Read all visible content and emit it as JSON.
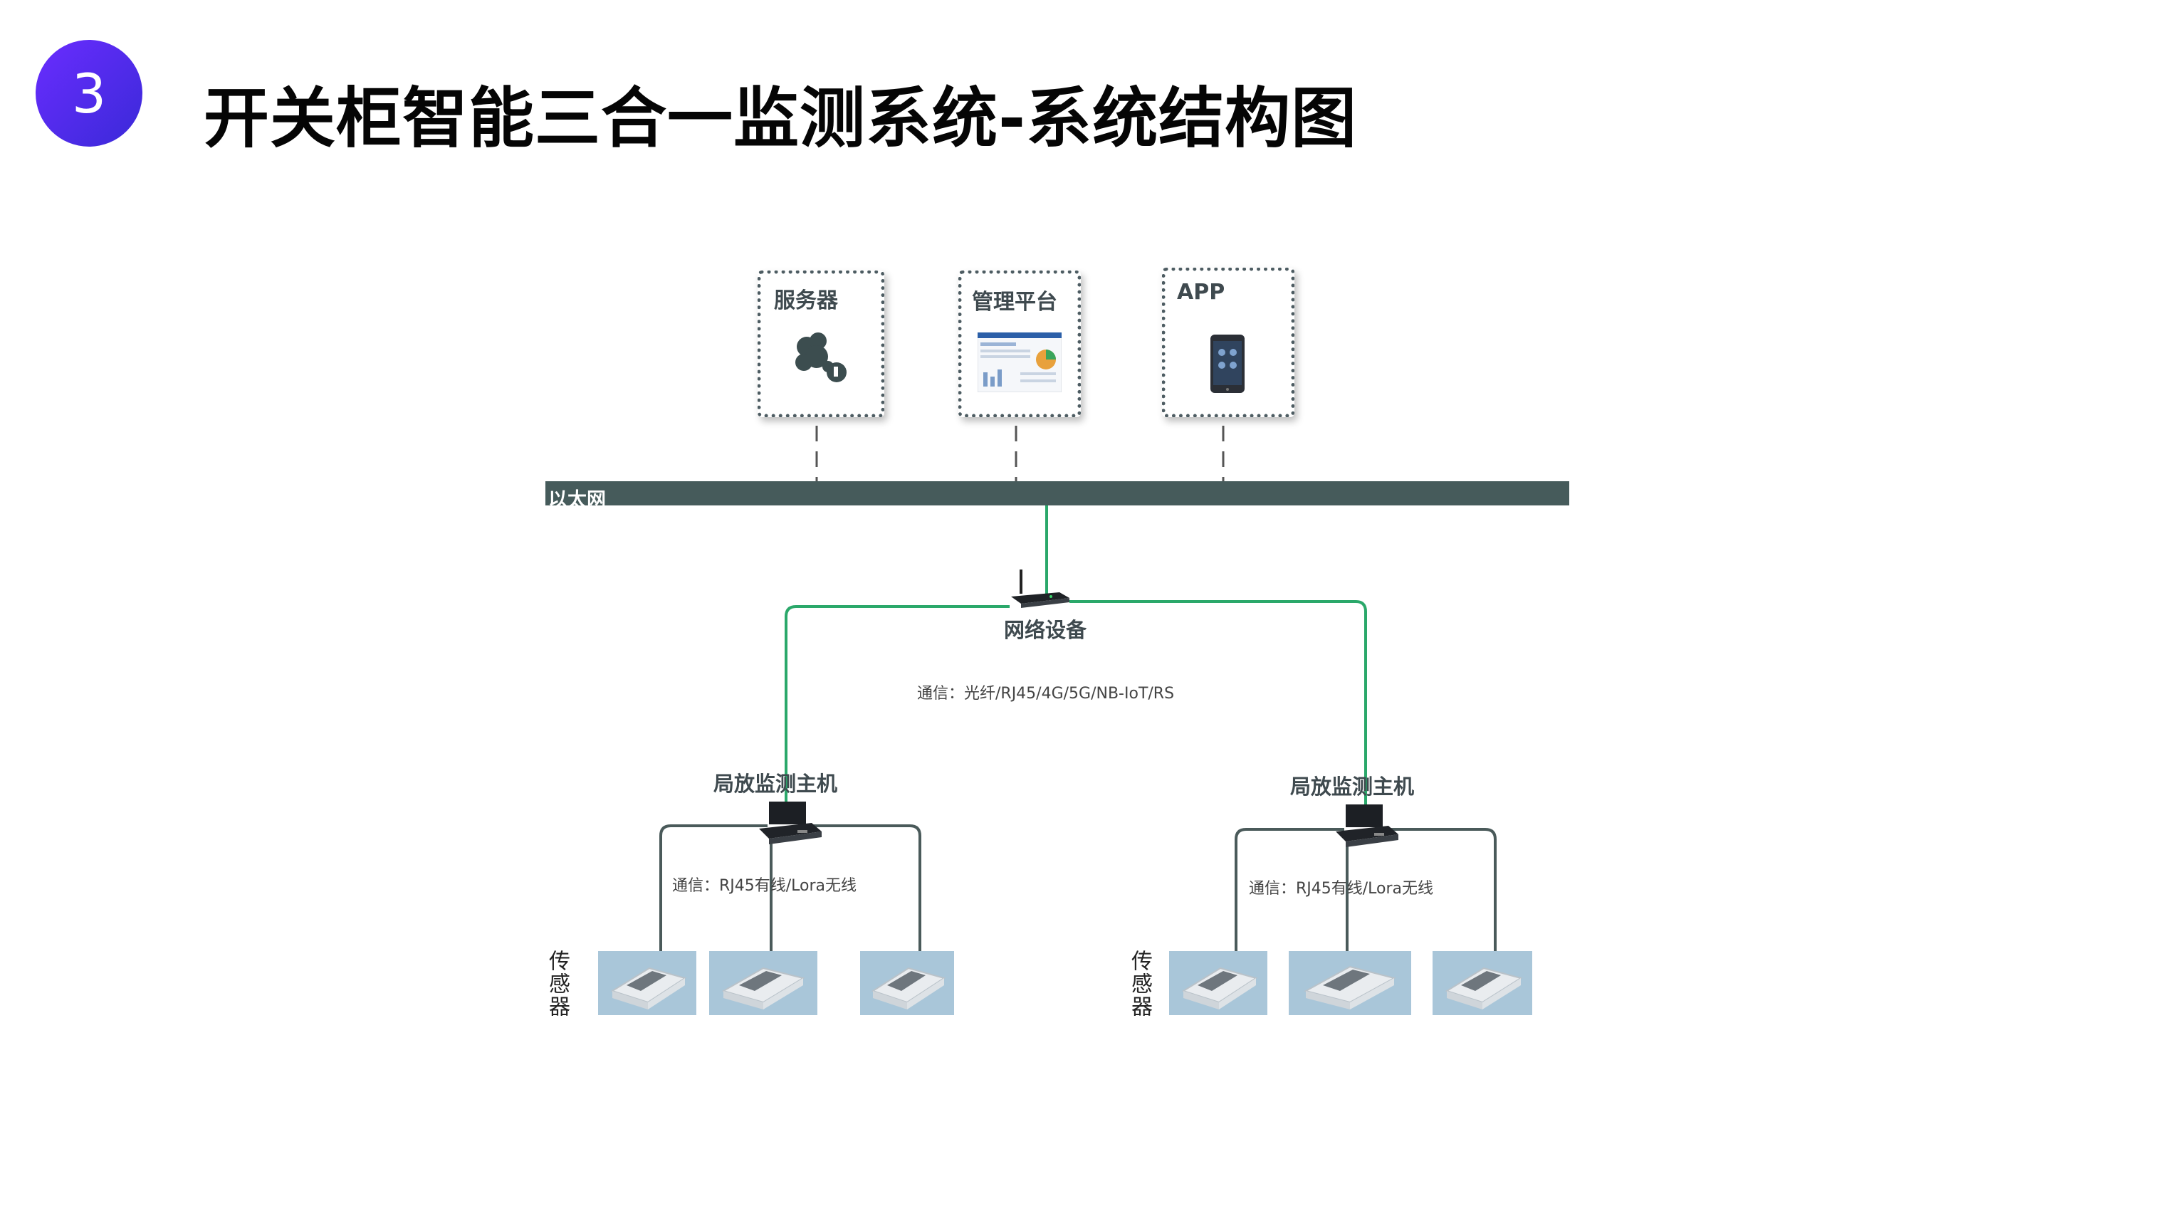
{
  "header": {
    "badge_number": "3",
    "title": "开关柜智能三合一监测系统-系统结构图"
  },
  "diagram": {
    "top_nodes": [
      {
        "label": "服务器",
        "icon": "server-cluster-icon"
      },
      {
        "label": "管理平台",
        "icon": "dashboard-screenshot-icon"
      },
      {
        "label": "APP",
        "icon": "smartphone-icon"
      }
    ],
    "ethernet_label": "以太网",
    "network_device_label": "网络设备",
    "network_comm_text": "通信：光纤/RJ45/4G/5G/NB-IoT/RS",
    "hosts": [
      {
        "label": "局放监测主机",
        "comm_text": "通信：RJ45有线/Lora无线",
        "sensor_label": "传感器"
      },
      {
        "label": "局放监测主机",
        "comm_text": "通信：RJ45有线/Lora无线",
        "sensor_label": "传感器"
      }
    ],
    "colors": {
      "ethernet_bar": "#465b5b",
      "green_link": "#2aa86a",
      "host_link": "#4a5a5a",
      "sensor_bg": "#a9c6d9",
      "badge": "#4b2ce6"
    }
  }
}
